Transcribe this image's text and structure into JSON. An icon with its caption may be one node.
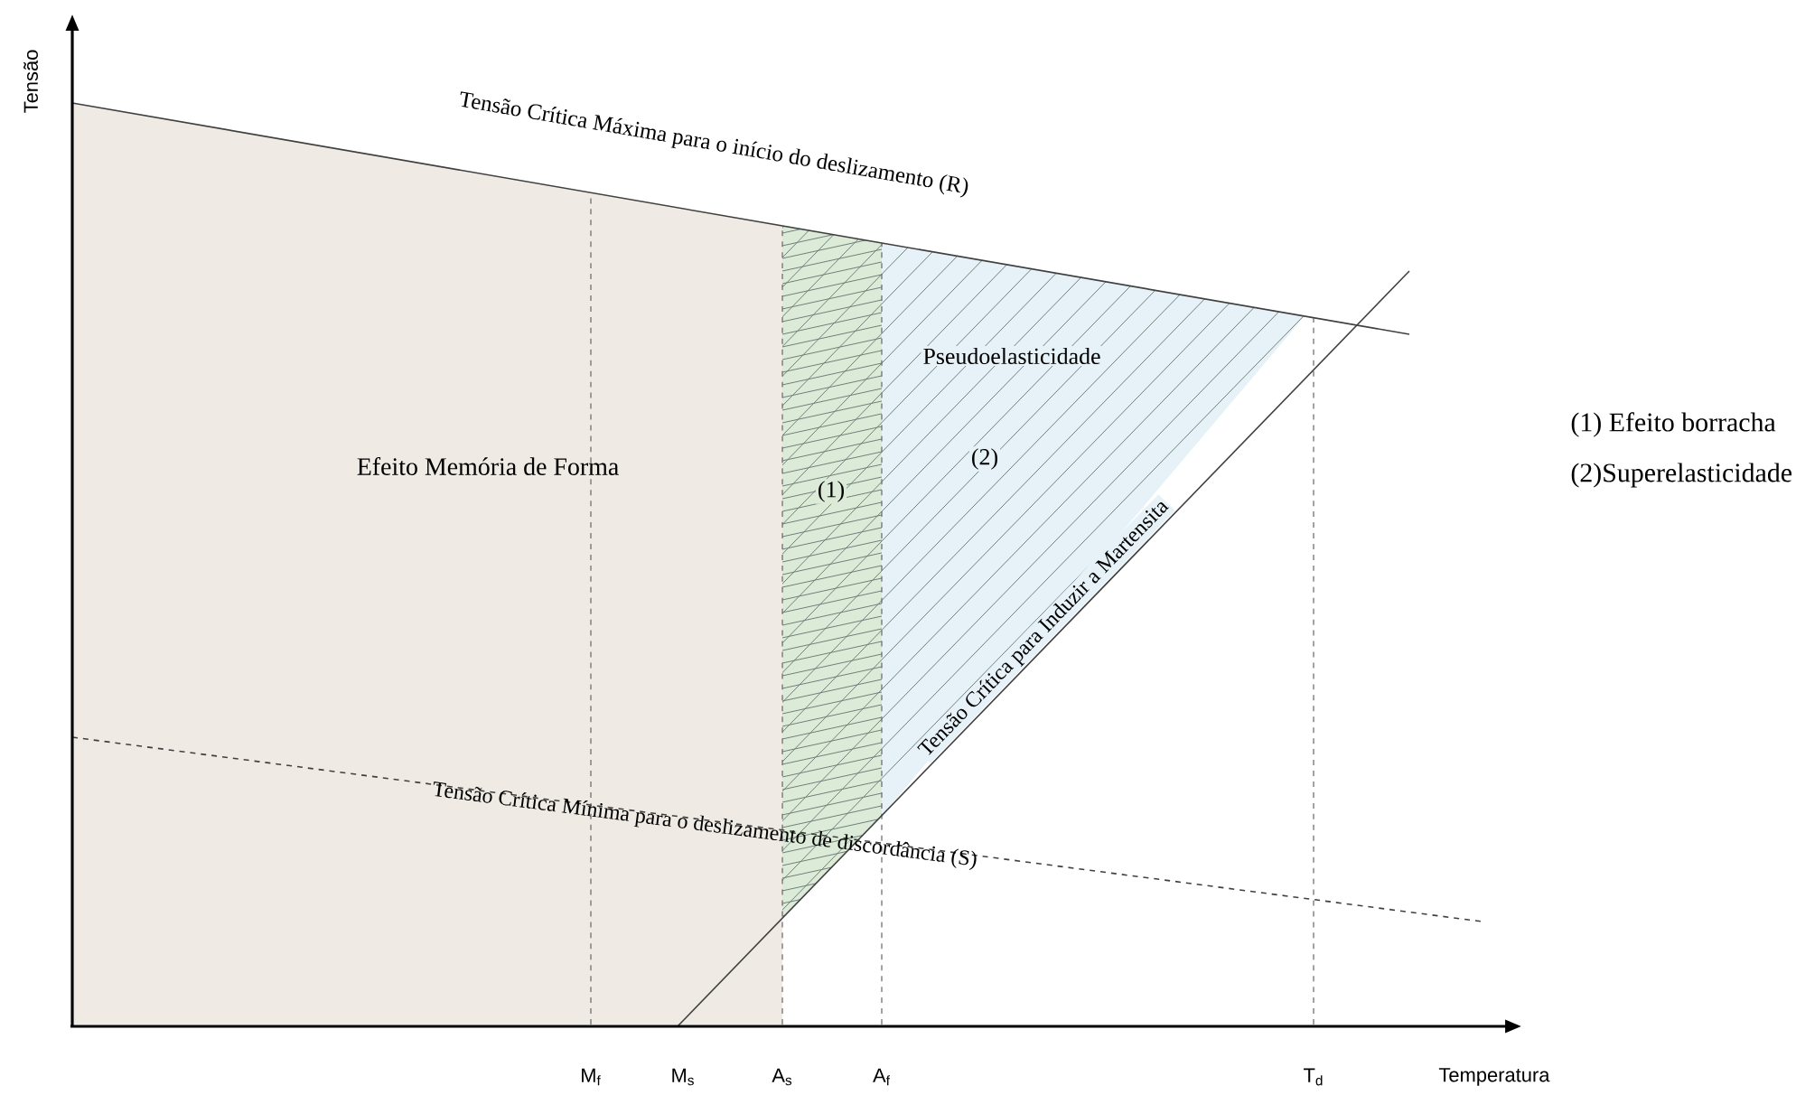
{
  "diagram": {
    "labels": [
      "Tensão",
      "Tensão Crítica Máxima para o início do deslizamento (R)",
      "Pseudoelasticidade",
      "Efeito Memória de Forma",
      "(1)",
      "(2)",
      "(1) Efeito borracha",
      "(2)Superelasticidade",
      "Tensão Crítica para Induzir a Martensita",
      "Tensão Crítica Mínima para o deslizamento de discordância (S)",
      "M$_{f}$",
      "M$_{s}$",
      "A$_{s}$",
      "A$_{f}$",
      "T$_{d}$",
      "Temperatura"
    ]
  }
}
